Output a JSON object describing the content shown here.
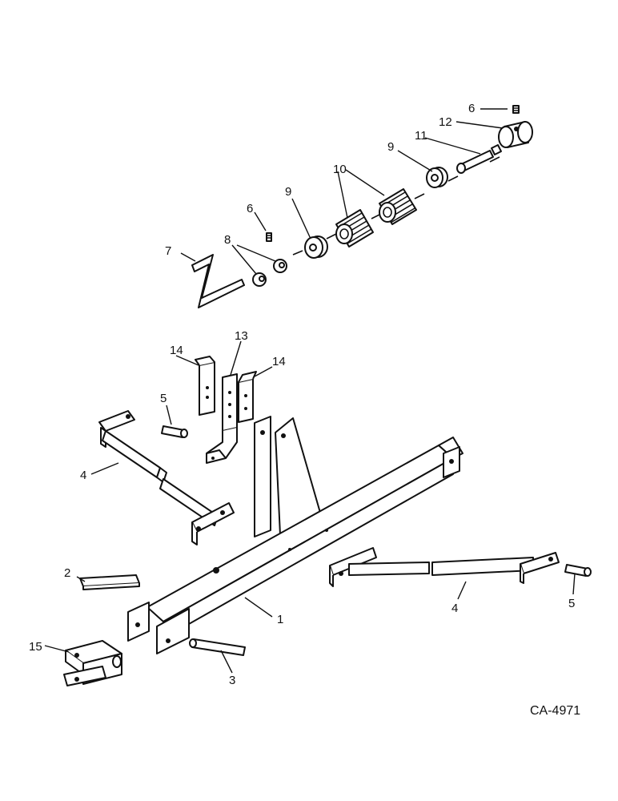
{
  "drawing_number": "CA-4971",
  "callouts": {
    "c1": "1",
    "c2": "2",
    "c3": "3",
    "c4a": "4",
    "c4b": "4",
    "c5a": "5",
    "c5b": "5",
    "c6a": "6",
    "c6b": "6",
    "c7": "7",
    "c8": "8",
    "c9a": "9",
    "c9b": "9",
    "c10": "10",
    "c11": "11",
    "c12": "12",
    "c13": "13",
    "c14a": "14",
    "c14b": "14",
    "c15": "15"
  }
}
